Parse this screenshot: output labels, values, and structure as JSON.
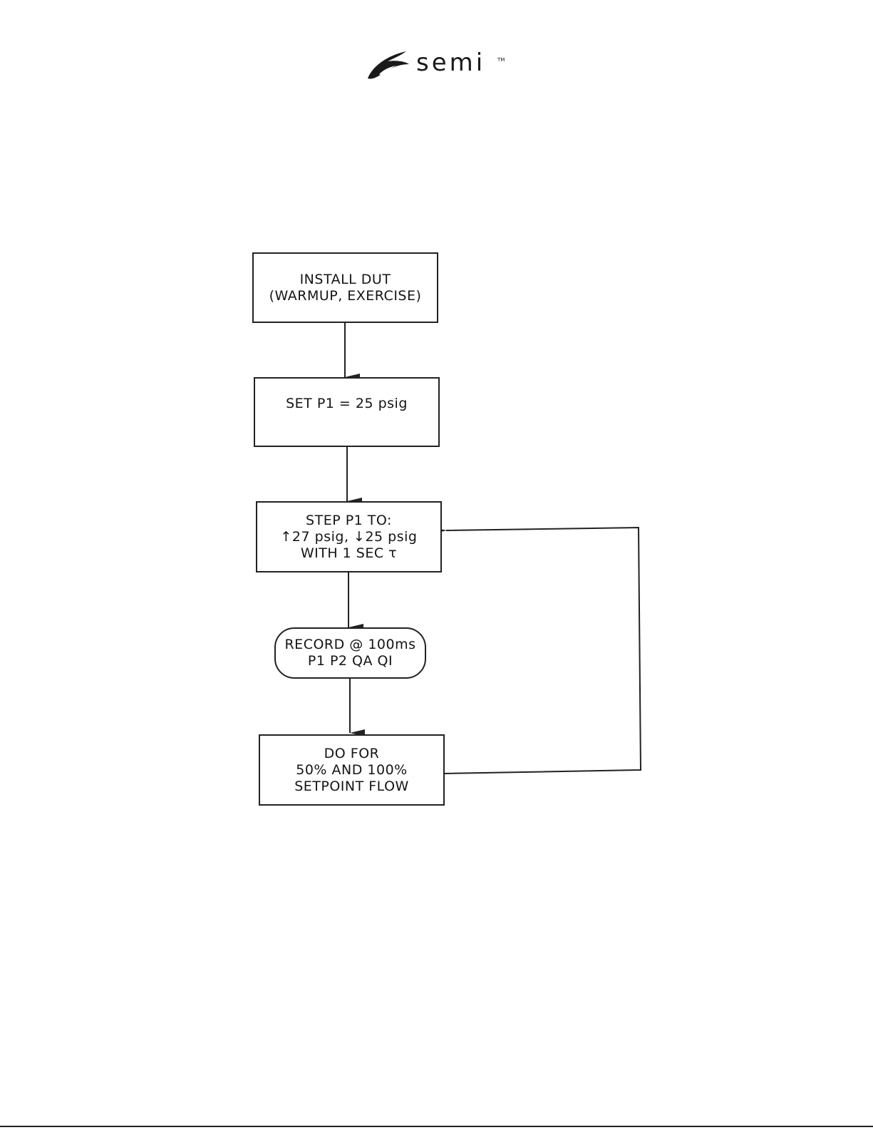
{
  "logo": {
    "text": "semi",
    "tm": "TM"
  },
  "flowchart": {
    "steps": [
      {
        "id": "install",
        "lines": [
          "INSTALL DUT",
          "(WARMUP, EXERCISE)"
        ]
      },
      {
        "id": "set-p1",
        "lines": [
          "SET P1 = 25 psig"
        ]
      },
      {
        "id": "step-p1",
        "lines": [
          "STEP P1 TO:",
          "↑27 psig, ↓25 psig",
          "WITH 1 SEC τ"
        ]
      },
      {
        "id": "record",
        "lines": [
          "RECORD @ 100ms",
          "P1 P2 QA QI"
        ]
      },
      {
        "id": "do-for",
        "lines": [
          "DO FOR",
          "50% AND 100%",
          "SETPOINT FLOW"
        ]
      }
    ]
  }
}
